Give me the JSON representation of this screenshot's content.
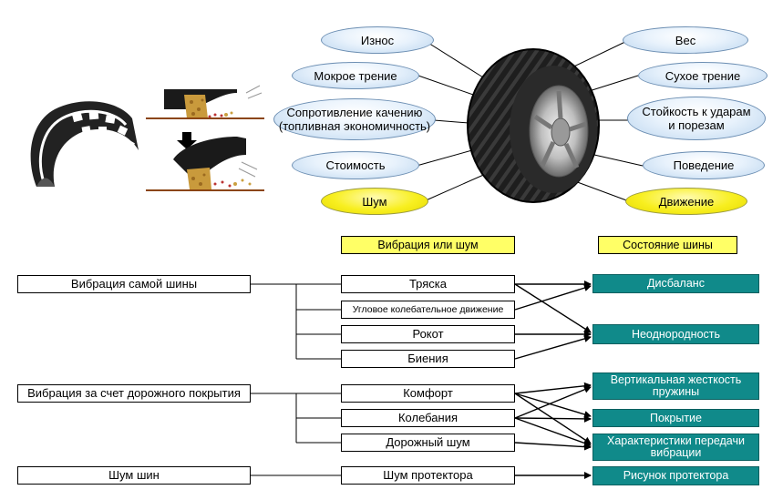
{
  "left_ovals": [
    {
      "id": "iznos",
      "label": "Износ",
      "highlight": false
    },
    {
      "id": "wet",
      "label": "Мокрое трение",
      "highlight": false
    },
    {
      "id": "rolling",
      "label": "Сопротивление качению\n(топливная экономичность)",
      "highlight": false
    },
    {
      "id": "cost",
      "label": "Стоимость",
      "highlight": false
    },
    {
      "id": "noise",
      "label": "Шум",
      "highlight": true
    }
  ],
  "right_ovals": [
    {
      "id": "weight",
      "label": "Вес",
      "highlight": false
    },
    {
      "id": "dry",
      "label": "Сухое трение",
      "highlight": false
    },
    {
      "id": "cut",
      "label": "Стойкость к ударам\nи порезам",
      "highlight": false
    },
    {
      "id": "behavior",
      "label": "Поведение",
      "highlight": false
    },
    {
      "id": "movement",
      "label": "Движение",
      "highlight": true
    }
  ],
  "headers": {
    "middle": "Вибрация или шум",
    "right": "Состояние шины"
  },
  "left_boxes": [
    "Вибрация самой шины",
    "Вибрация за счет дорожного покрытия",
    "Шум шин"
  ],
  "middle_boxes": [
    "Тряска",
    "Угловое колебательное движение",
    "Рокот",
    "Биения",
    "Комфорт",
    "Колебания",
    "Дорожный шум",
    "Шум протектора"
  ],
  "right_boxes": [
    "Дисбаланс",
    "Неоднородность",
    "Вертикальная жесткость\nпружины",
    "Покрытие",
    "Характеристики передачи\nвибрации",
    "Рисунок протектора"
  ],
  "colors": {
    "oval_blue": "#cfe3f6",
    "oval_yellow": "#f8ef20",
    "header_yellow": "#ffff66",
    "teal": "#108a8a",
    "dirt": "#c8a040"
  }
}
